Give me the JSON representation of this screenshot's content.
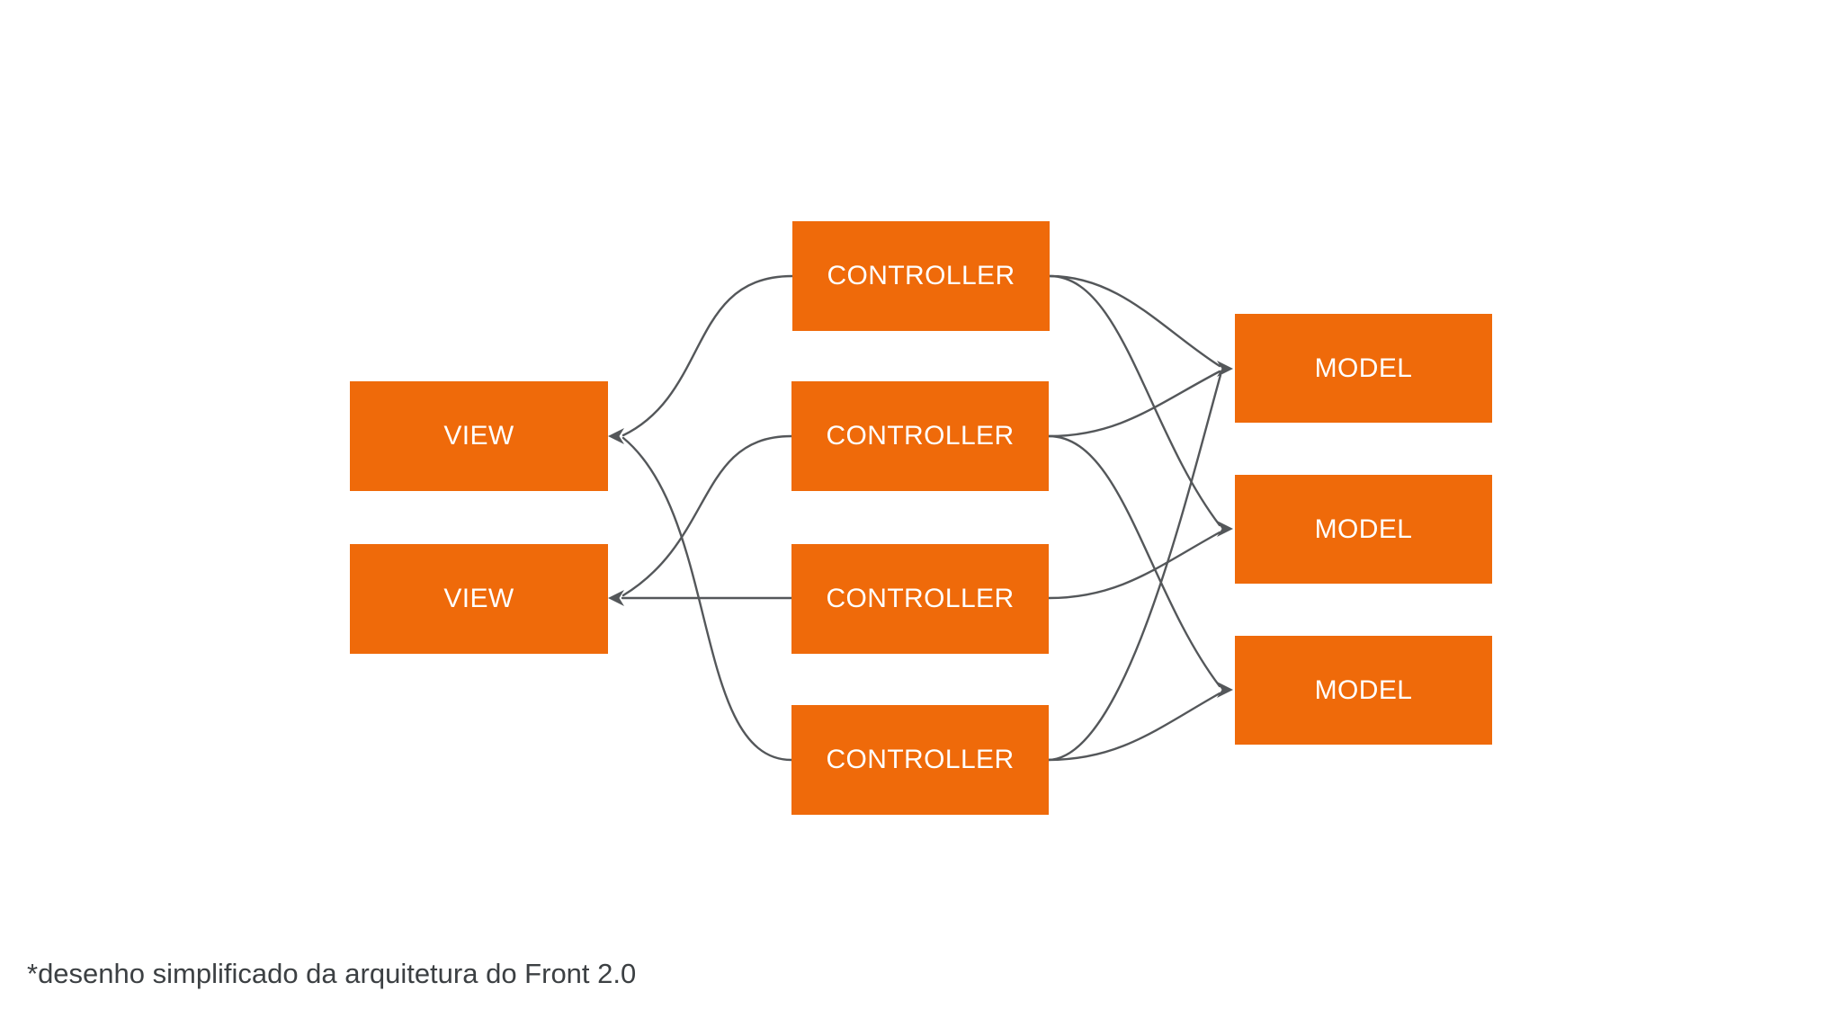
{
  "slide": {
    "background_color": "#ffffff",
    "caption": "*desenho simplificado da arquitetura do Front 2.0"
  },
  "diagram": {
    "type": "architecture-flow",
    "colors": {
      "node_fill": "#EF6A0A",
      "node_text": "#FFFFFF",
      "connector": "#54575A",
      "caption_text": "#3C4043"
    },
    "columns": [
      "VIEW",
      "CONTROLLER",
      "MODEL"
    ],
    "nodes": [
      {
        "id": "view-1",
        "label": "VIEW"
      },
      {
        "id": "view-2",
        "label": "VIEW"
      },
      {
        "id": "controller-1",
        "label": "CONTROLLER"
      },
      {
        "id": "controller-2",
        "label": "CONTROLLER"
      },
      {
        "id": "controller-3",
        "label": "CONTROLLER"
      },
      {
        "id": "controller-4",
        "label": "CONTROLLER"
      },
      {
        "id": "model-1",
        "label": "MODEL"
      },
      {
        "id": "model-2",
        "label": "MODEL"
      },
      {
        "id": "model-3",
        "label": "MODEL"
      }
    ],
    "edges": [
      {
        "from": "controller-1",
        "to": "view-1"
      },
      {
        "from": "controller-2",
        "to": "view-2"
      },
      {
        "from": "controller-3",
        "to": "view-2"
      },
      {
        "from": "controller-4",
        "to": "view-1"
      },
      {
        "from": "controller-1",
        "to": "model-1"
      },
      {
        "from": "controller-1",
        "to": "model-2"
      },
      {
        "from": "controller-2",
        "to": "model-1"
      },
      {
        "from": "controller-2",
        "to": "model-3"
      },
      {
        "from": "controller-3",
        "to": "model-2"
      },
      {
        "from": "controller-4",
        "to": "model-1"
      },
      {
        "from": "controller-4",
        "to": "model-3"
      }
    ]
  }
}
